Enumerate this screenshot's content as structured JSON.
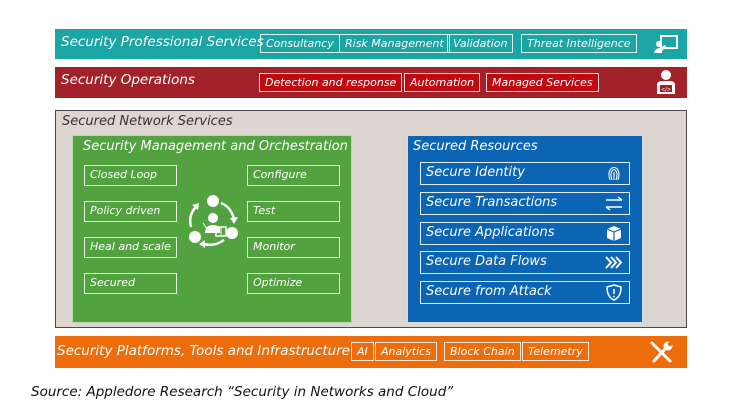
{
  "professional": {
    "title": "Security Professional Services",
    "chips": [
      "Consultancy",
      "Risk Management",
      "Validation",
      "Threat Intelligence"
    ],
    "icon": "presentation-board-icon",
    "color": "#1ba5a4"
  },
  "operations": {
    "title": "Security Operations",
    "chips": [
      "Detection and response",
      "Automation",
      "Managed Services"
    ],
    "icon": "developer-user-icon",
    "color": "#a3222a"
  },
  "network": {
    "title": "Secured Network Services",
    "management": {
      "title": "Security Management and Orchestration",
      "left": [
        "Closed Loop",
        "Policy driven",
        "Heal and scale",
        "Secured"
      ],
      "right": [
        "Configure",
        "Test",
        "Monitor",
        "Optimize"
      ],
      "icon": "orchestration-cycle-icon",
      "color": "#52a240"
    },
    "resources": {
      "title": "Secured Resources",
      "items": [
        {
          "label": "Secure Identity",
          "icon": "fingerprint-icon"
        },
        {
          "label": "Secure Transactions",
          "icon": "exchange-arrows-icon"
        },
        {
          "label": "Secure Applications",
          "icon": "package-box-icon"
        },
        {
          "label": "Secure Data Flows",
          "icon": "triple-chevron-icon"
        },
        {
          "label": "Secure from Attack",
          "icon": "shield-alert-icon"
        }
      ],
      "color": "#0b64b4"
    }
  },
  "platforms": {
    "title": "Security Platforms, Tools and Infrastructure",
    "chips": [
      "AI",
      "Analytics",
      "Block Chain",
      "Telemetry"
    ],
    "icon": "tools-icon",
    "color": "#ed6c0c"
  },
  "source": "Source: Appledore Research “Security in Networks and Cloud”"
}
